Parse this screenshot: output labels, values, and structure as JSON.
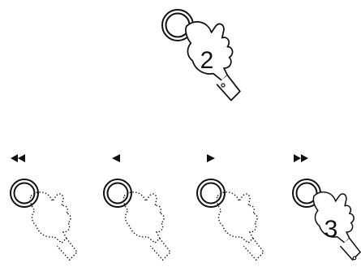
{
  "diagram": {
    "top_step": {
      "number": "2",
      "icon": "round-button-pressed-by-finger"
    },
    "bottom_row": [
      {
        "icon": "rewind-icon",
        "style": "dotted",
        "number": ""
      },
      {
        "icon": "previous-icon",
        "style": "dotted",
        "number": ""
      },
      {
        "icon": "next-icon",
        "style": "dotted",
        "number": ""
      },
      {
        "icon": "fast-forward-icon",
        "style": "solid",
        "number": "3"
      }
    ],
    "colors": {
      "ink": "#111111",
      "background": "#ffffff"
    }
  }
}
